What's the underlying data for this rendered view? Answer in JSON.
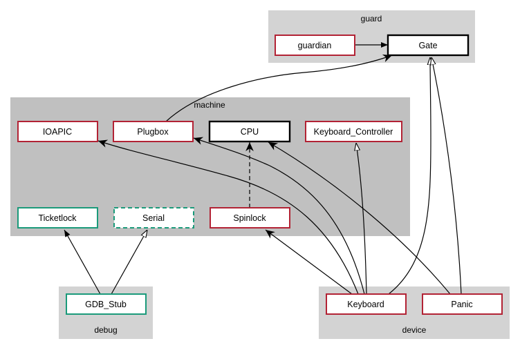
{
  "colors": {
    "cluster_light": "#d3d3d3",
    "cluster_machine": "#c0c0c0",
    "red_border": "#b22234",
    "green_border": "#1a9a7a",
    "black_border": "#000000",
    "node_fill": "#ffffff",
    "edge": "#000000"
  },
  "clusters": [
    {
      "id": "guard",
      "label": "guard"
    },
    {
      "id": "machine",
      "label": "machine"
    },
    {
      "id": "debug",
      "label": "debug"
    },
    {
      "id": "device",
      "label": "device"
    }
  ],
  "nodes": [
    {
      "id": "guardian",
      "label": "guardian",
      "cluster": "guard",
      "border": "red",
      "style": "solid"
    },
    {
      "id": "Gate",
      "label": "Gate",
      "cluster": "guard",
      "border": "black",
      "style": "bold"
    },
    {
      "id": "IOAPIC",
      "label": "IOAPIC",
      "cluster": "machine",
      "border": "red",
      "style": "solid"
    },
    {
      "id": "Plugbox",
      "label": "Plugbox",
      "cluster": "machine",
      "border": "red",
      "style": "solid"
    },
    {
      "id": "CPU",
      "label": "CPU",
      "cluster": "machine",
      "border": "black",
      "style": "bold"
    },
    {
      "id": "Keyboard_Controller",
      "label": "Keyboard_Controller",
      "cluster": "machine",
      "border": "red",
      "style": "solid"
    },
    {
      "id": "Ticketlock",
      "label": "Ticketlock",
      "cluster": "machine",
      "border": "green",
      "style": "solid"
    },
    {
      "id": "Serial",
      "label": "Serial",
      "cluster": "machine",
      "border": "green",
      "style": "dashed"
    },
    {
      "id": "Spinlock",
      "label": "Spinlock",
      "cluster": "machine",
      "border": "red",
      "style": "solid"
    },
    {
      "id": "GDB_Stub",
      "label": "GDB_Stub",
      "cluster": "debug",
      "border": "green",
      "style": "solid"
    },
    {
      "id": "Keyboard",
      "label": "Keyboard",
      "cluster": "device",
      "border": "red",
      "style": "solid"
    },
    {
      "id": "Panic",
      "label": "Panic",
      "cluster": "device",
      "border": "red",
      "style": "solid"
    }
  ],
  "edges": [
    {
      "from": "guardian",
      "to": "Gate",
      "arrow": "filled",
      "line": "solid"
    },
    {
      "from": "Plugbox",
      "to": "Gate",
      "arrow": "open-vee",
      "line": "solid"
    },
    {
      "from": "Keyboard",
      "to": "Gate",
      "arrow": "hollow",
      "line": "solid"
    },
    {
      "from": "Panic",
      "to": "Gate",
      "arrow": "hollow",
      "line": "solid"
    },
    {
      "from": "Keyboard",
      "to": "IOAPIC",
      "arrow": "open-vee",
      "line": "solid"
    },
    {
      "from": "Keyboard",
      "to": "Plugbox",
      "arrow": "open-vee",
      "line": "solid"
    },
    {
      "from": "Spinlock",
      "to": "CPU",
      "arrow": "open-vee",
      "line": "dashed"
    },
    {
      "from": "Panic",
      "to": "CPU",
      "arrow": "open-vee",
      "line": "solid"
    },
    {
      "from": "Keyboard",
      "to": "Keyboard_Controller",
      "arrow": "hollow",
      "line": "solid"
    },
    {
      "from": "Keyboard",
      "to": "Spinlock",
      "arrow": "open-vee",
      "line": "solid"
    },
    {
      "from": "GDB_Stub",
      "to": "Ticketlock",
      "arrow": "filled",
      "line": "solid"
    },
    {
      "from": "GDB_Stub",
      "to": "Serial",
      "arrow": "hollow",
      "line": "solid"
    }
  ]
}
